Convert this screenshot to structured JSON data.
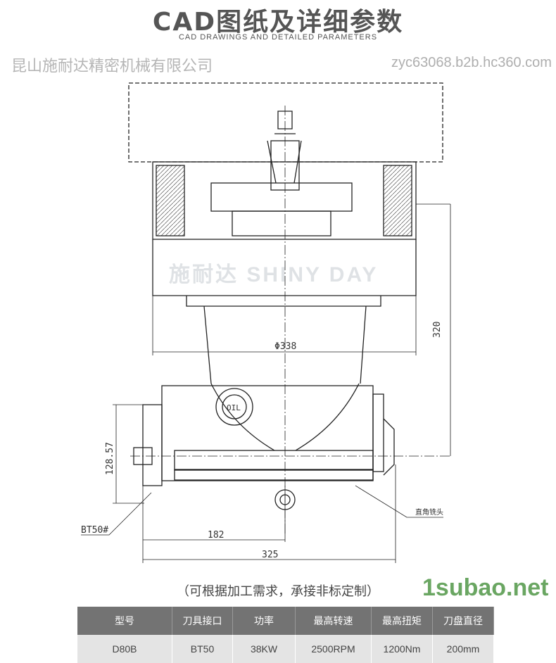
{
  "header": {
    "title": "CAD图纸及详细参数",
    "subtitle": "CAD DRAWINGS AND DETAILED PARAMETERS"
  },
  "drawing": {
    "dim_diameter": "Φ338",
    "dim_height": "320",
    "dim_vertical": "128.57",
    "dim_182": "182",
    "dim_325": "325",
    "label_oil": "OIL",
    "label_tool": "BT50#",
    "label_head": "直角铣头"
  },
  "watermark_logo": "施耐达 SHINY DAY",
  "note": "（可根据加工需求，承接非标定制）",
  "table": {
    "headers": [
      "型号",
      "刀具接口",
      "功率",
      "最高转速",
      "最高扭矩",
      "刀盘直径"
    ],
    "rows": [
      [
        "D80B",
        "BT50",
        "38KW",
        "2500RPM",
        "1200Nm",
        "200mm"
      ]
    ]
  },
  "watermarks": {
    "site": "1subao.net",
    "company": "昆山施耐达精密机械有限公司",
    "url": "zyc63068.b2b.hc360.com"
  }
}
